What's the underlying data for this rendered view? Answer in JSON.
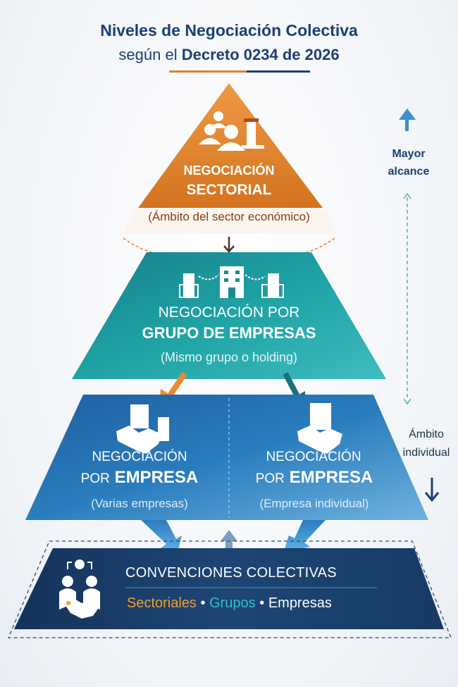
{
  "header": {
    "title": "Niveles de Negociación Colectiva",
    "subtitle_prefix": "según el",
    "subtitle_bold": "Decreto 0234 de 2026"
  },
  "levels": {
    "sectorial": {
      "line1": "NEGOCIACIÓN",
      "line2": "SECTORIAL",
      "scope": "(Ámbito del sector económico)",
      "color": "#e0822d"
    },
    "grupo": {
      "line1": "NEGOCIACIÓN POR",
      "line2": "GRUPO DE EMPRESAS",
      "scope": "(Mismo grupo o holding)",
      "color": "#1c9a9c"
    },
    "empresa_varias": {
      "line1": "NEGOCIACIÓN",
      "line2_prefix": "POR",
      "line2": "EMPRESA",
      "scope": "(Varias empresas)"
    },
    "empresa_individual": {
      "line1": "NEGOCIACIÓN",
      "line2_prefix": "POR",
      "line2": "EMPRESA",
      "scope": "(Empresa individual)"
    },
    "convenciones": {
      "title": "CONVENCIONES COLECTIVAS",
      "items": [
        "Sectoriales",
        "Grupos",
        "Empresas"
      ],
      "separator": "•"
    }
  },
  "side": {
    "top_label_1": "Mayor",
    "top_label_2": "alcance",
    "bottom_label_1": "Ámbito",
    "bottom_label_2": "individual"
  },
  "colors": {
    "navy": "#1c3f73",
    "orange": "#e0822d",
    "teal": "#1c9a9c",
    "blue": "#2a78b8",
    "dark": "#173a63"
  }
}
